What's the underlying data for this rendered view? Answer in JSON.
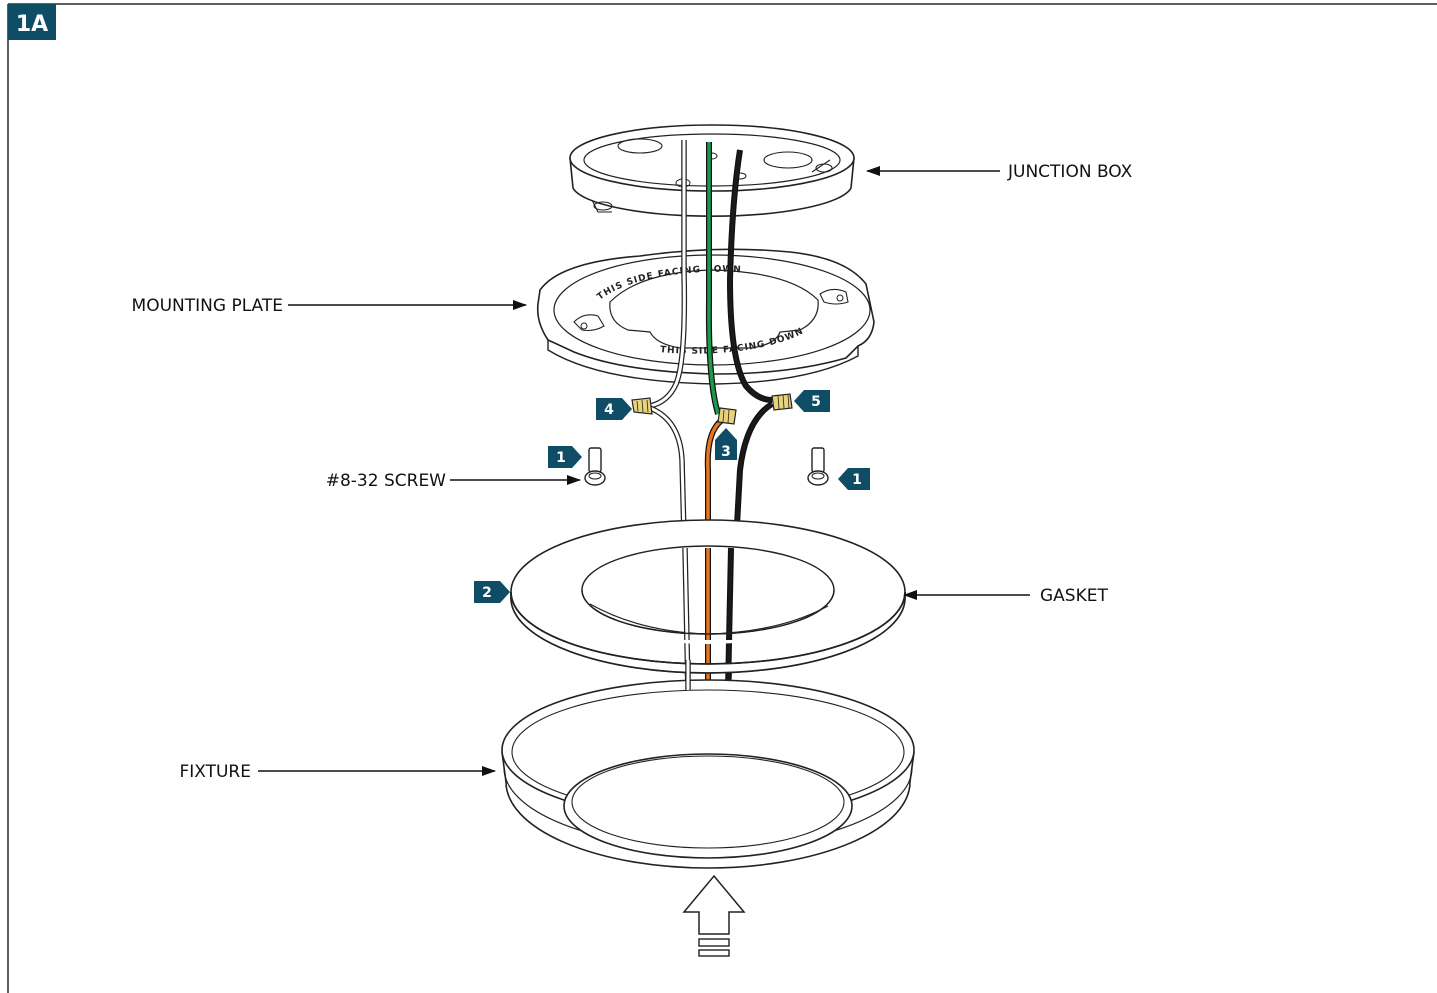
{
  "step": {
    "label": "1A"
  },
  "colors": {
    "accent": "#0f4c65",
    "wire_white": "#ffffff",
    "wire_green": "#1a9a4a",
    "wire_black": "#1a1a1a",
    "wire_orange": "#e8761c",
    "wire_nut": "#e8d27a"
  },
  "labels": {
    "junction_box": "JUNCTION BOX",
    "mounting_plate": "MOUNTING PLATE",
    "screw": "#8-32 SCREW",
    "gasket": "GASKET",
    "fixture": "FIXTURE"
  },
  "callouts": {
    "screw_left": "1",
    "screw_right": "1",
    "gasket": "2",
    "ground": "3",
    "neutral": "4",
    "hot": "5"
  },
  "plate_text": {
    "top": "THIS SIDE FACING DOWN",
    "bottom": "THIS SIDE FACING DOWN"
  },
  "icons": [
    "up-arrow-icon"
  ]
}
